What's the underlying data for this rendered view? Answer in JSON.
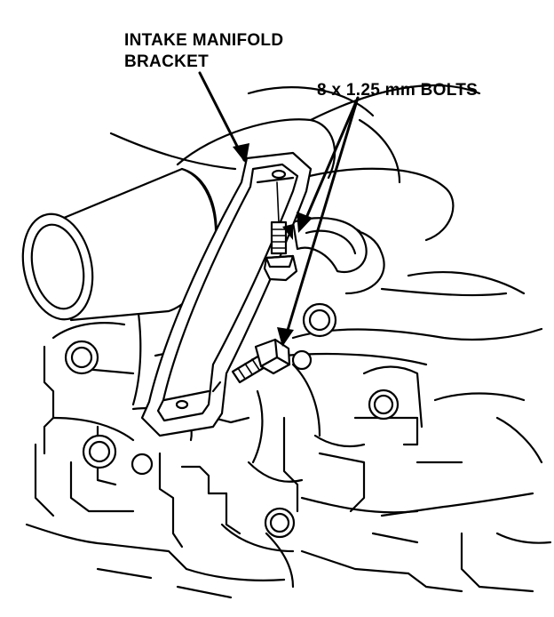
{
  "labels": {
    "bracket_line1": "INTAKE MANIFOLD",
    "bracket_line2": "BRACKET",
    "bolts": "8 x 1.25 mm BOLTS"
  },
  "colors": {
    "ink": "#000000",
    "paper": "#ffffff"
  }
}
